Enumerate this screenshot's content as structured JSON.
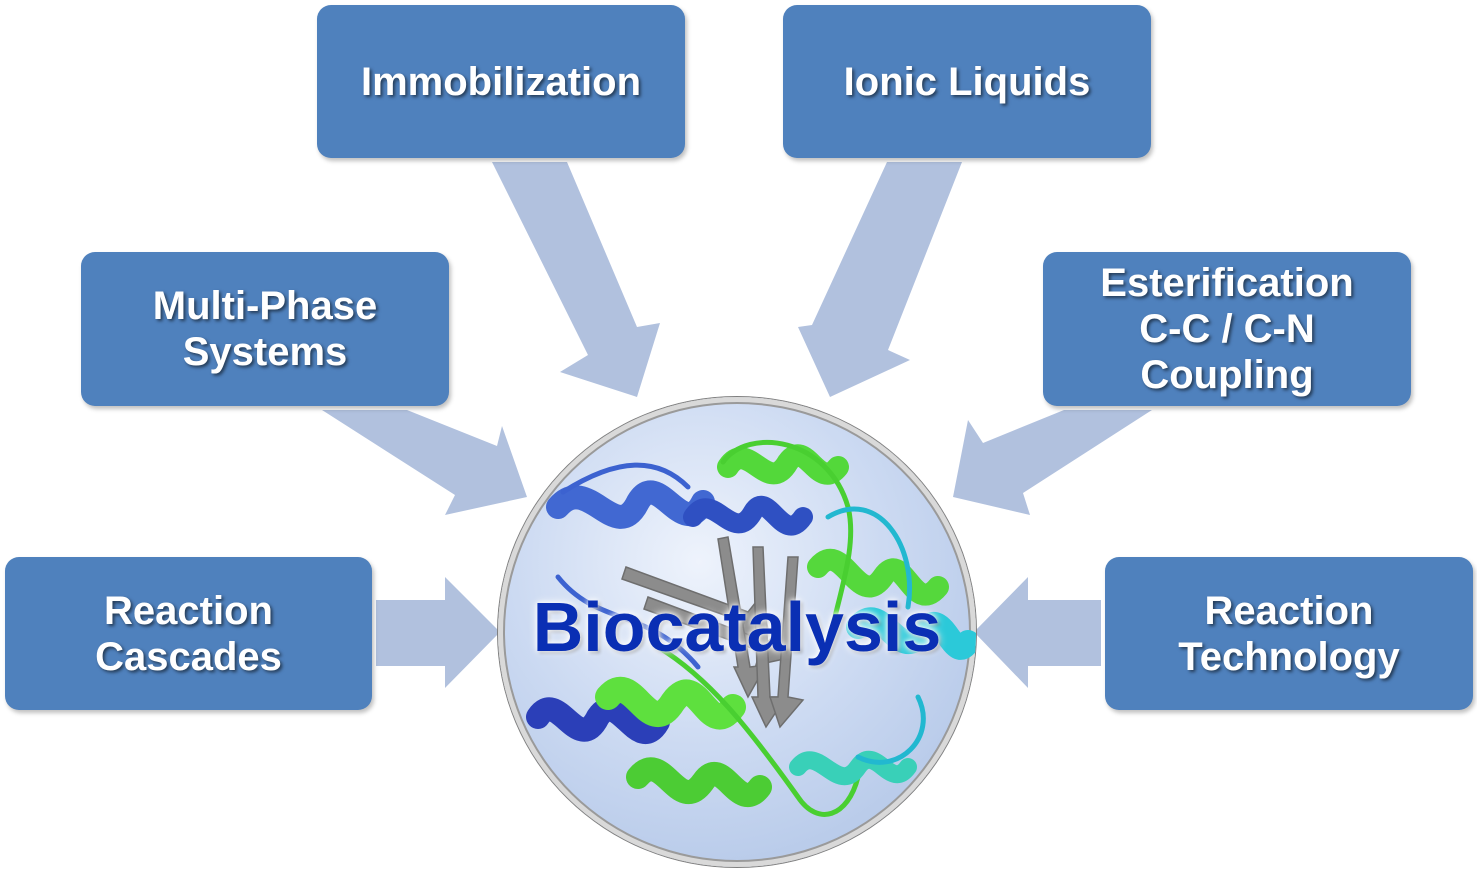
{
  "center": {
    "label": "Biocatalysis"
  },
  "boxes": {
    "immobilization": {
      "lines": [
        "Immobilization"
      ]
    },
    "ionic_liquids": {
      "lines": [
        "Ionic Liquids"
      ]
    },
    "multi_phase": {
      "lines": [
        "Multi-Phase",
        "Systems"
      ]
    },
    "esterification": {
      "lines": [
        "Esterification",
        "C-C / C-N",
        "Coupling"
      ]
    },
    "reaction_cascades": {
      "lines": [
        "Reaction",
        "Cascades"
      ]
    },
    "reaction_technology": {
      "lines": [
        "Reaction",
        "Technology"
      ]
    }
  },
  "colors": {
    "box_fill": "#4f81bd",
    "box_text": "#ffffff",
    "arrow_fill": "#b1c1de",
    "center_text": "#0a2fb4",
    "circle_fill": "#c7d6f0",
    "helix_blue": "#3a5fd0",
    "helix_green": "#5bdc3a",
    "helix_cyan": "#2bc9d9",
    "sheet_gray": "#8c8c8c"
  }
}
